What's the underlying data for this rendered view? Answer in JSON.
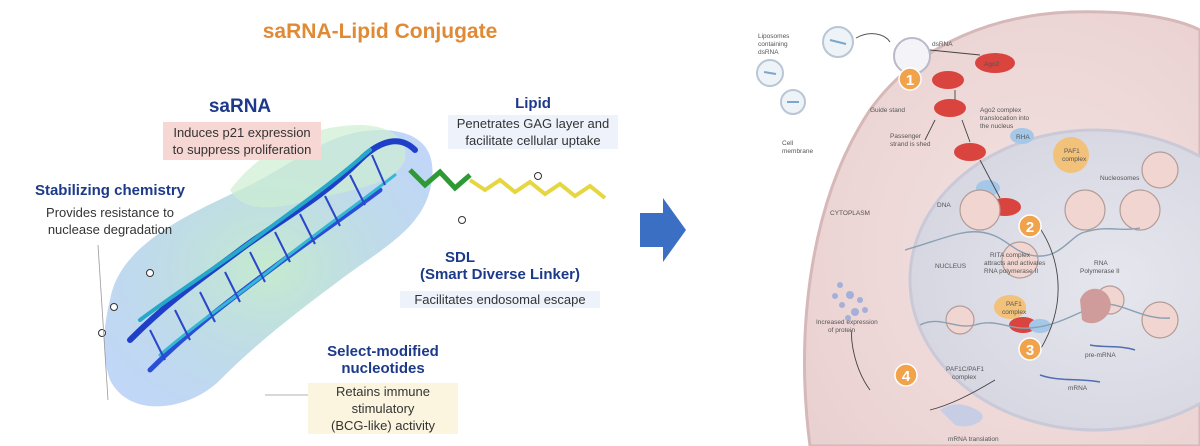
{
  "title": "saRNA-Lipid Conjugate",
  "left": {
    "sarna": {
      "heading": "saRNA",
      "line1": "Induces p21 expression",
      "line2": "to suppress proliferation"
    },
    "lipid": {
      "heading": "Lipid",
      "line1": "Penetrates GAG layer and",
      "line2": "facilitate cellular uptake"
    },
    "stabilizing": {
      "heading": "Stabilizing chemistry",
      "line1": "Provides resistance to",
      "line2": "nuclease degradation"
    },
    "sdl": {
      "heading1": "SDL",
      "heading2": "(Smart Diverse Linker)",
      "line1": "Facilitates endosomal escape"
    },
    "nucleotides": {
      "heading1": "Select-modified",
      "heading2": "nucleotides",
      "line1": "Retains immune stimulatory",
      "line2": "(BCG-like) activity"
    }
  },
  "arrow_color": "#3b6fc4",
  "right": {
    "liposomes": [
      "Liposomes",
      "containing",
      "dsRNA"
    ],
    "dsrna": "dsRNA",
    "ago2": "Ago2",
    "guide_strand": "Guide stand",
    "passenger": [
      "Passenger",
      "strand is shed"
    ],
    "ago2_complex": [
      "Ago2 complex",
      "translocation into",
      "the nucleus"
    ],
    "rha": "RHA",
    "paf1": [
      "PAF1",
      "complex"
    ],
    "nucleosomes": "Nucleosomes",
    "cell_membrane": [
      "Cell",
      "membrane"
    ],
    "cytoplasm": "CYTOPLASM",
    "dna": "DNA",
    "nucleus": "NUCLEUS",
    "rita": [
      "RITA complex",
      "attracts and activates",
      "RNA polymerase II"
    ],
    "rna_pol": [
      "RNA",
      "Polymerase II"
    ],
    "increased": [
      "Increased expression",
      "of protein"
    ],
    "paf1_label": [
      "PAF1",
      "complex"
    ],
    "paf1c": [
      "PAF1C/PAF1",
      "complex"
    ],
    "pre_mrna": "pre-mRNA",
    "mrna": "mRNA",
    "mrna_translation": "mRNA translation",
    "badges": [
      "1",
      "2",
      "3",
      "4"
    ]
  }
}
